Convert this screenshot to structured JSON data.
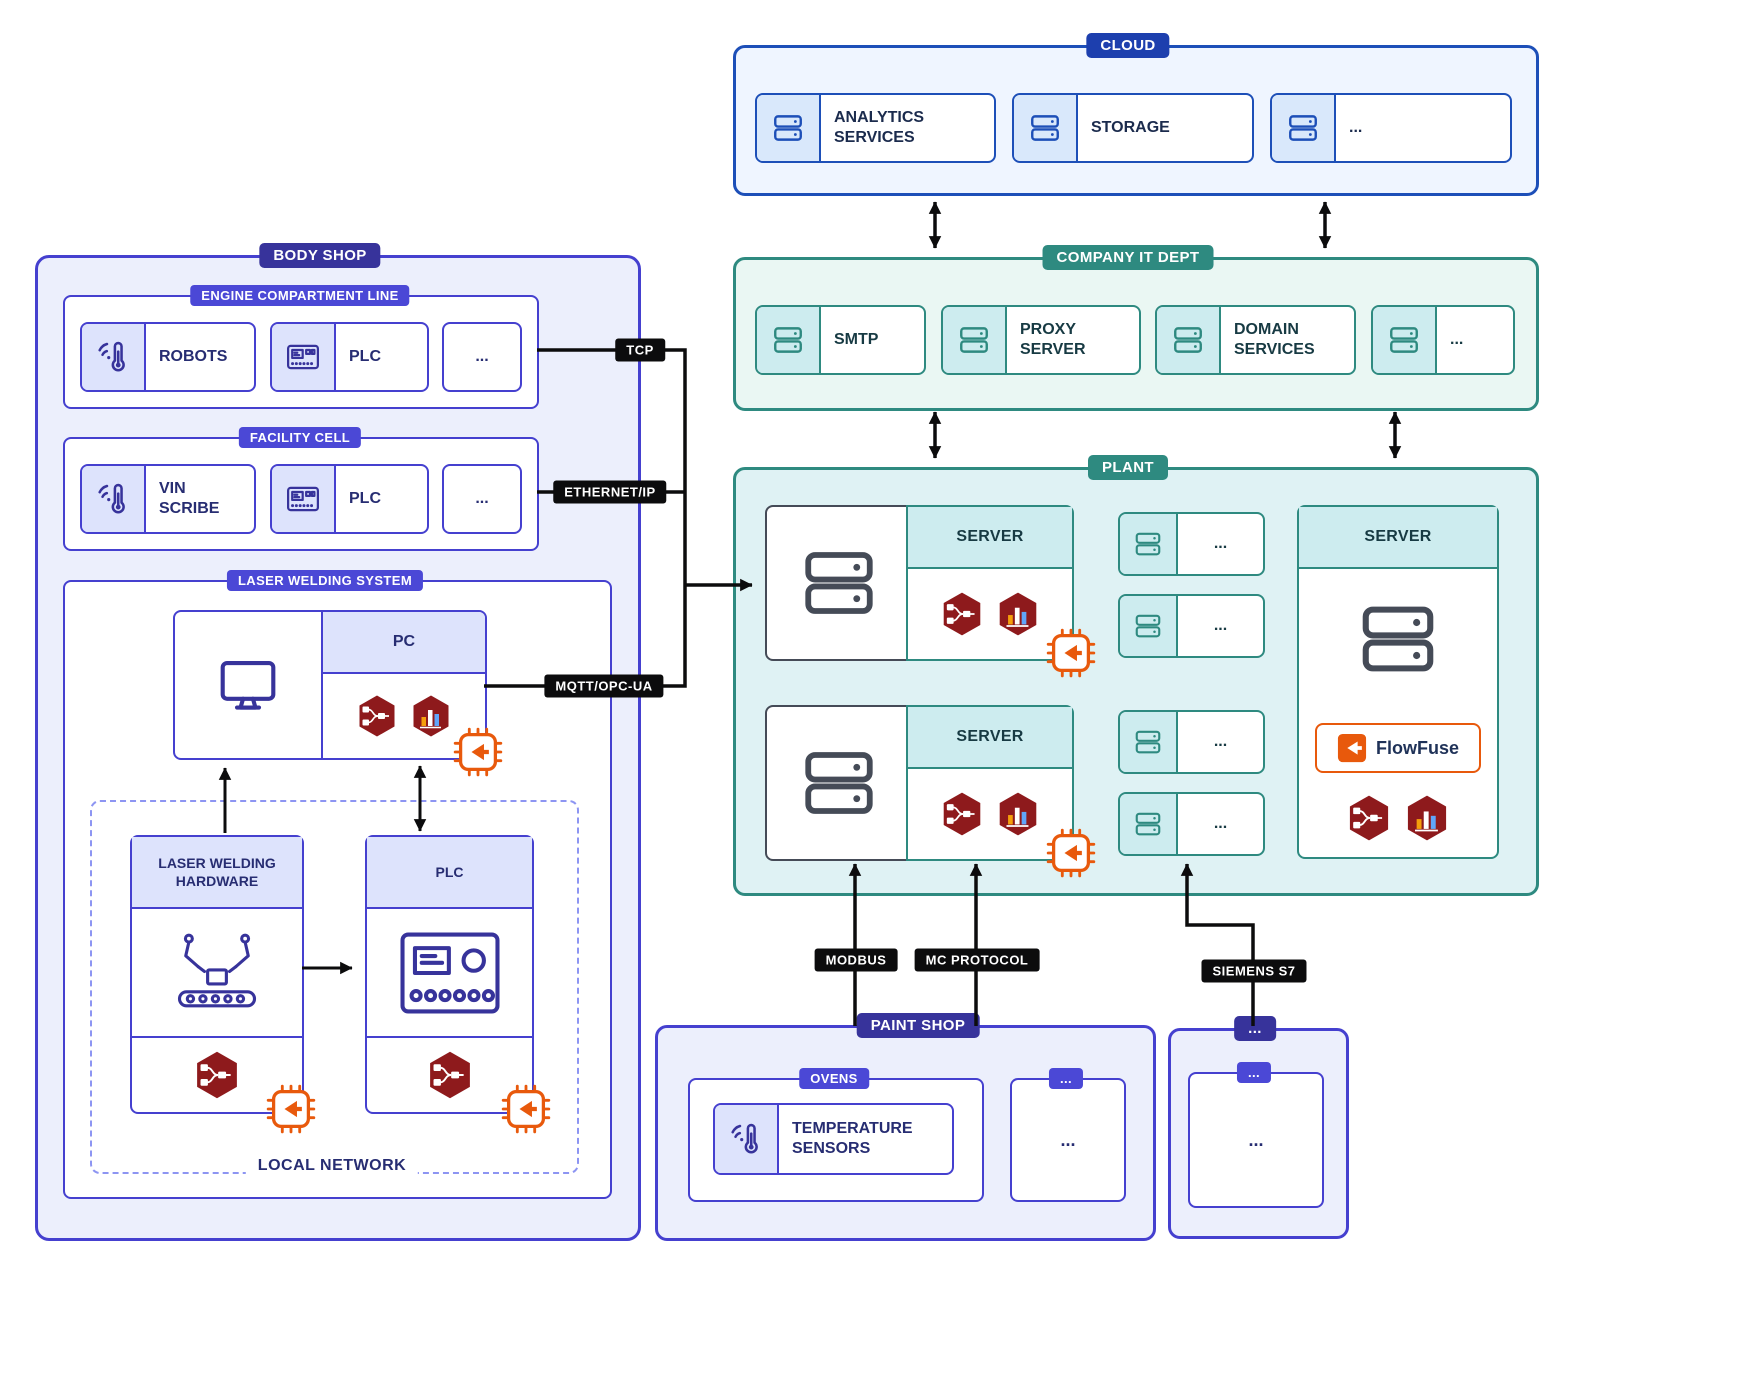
{
  "colors": {
    "indigo_border": "#4540CF",
    "indigo_badge_dark": "#37339B",
    "indigo_badge": "#4B48D6",
    "indigo_panel_fill": "#ECEFFC",
    "blue_border": "#1D4FB8",
    "blue_badge": "#1D3FAE",
    "blue_panel_fill": "#EFF5FF",
    "teal_border": "#2E8A80",
    "it_panel_fill": "#EAF7F3",
    "plant_panel_fill": "#DFF2F4",
    "teal_header_fill": "#CDECEF",
    "connector_black": "#0C0C0D",
    "node_red_maroon": "#8E1A1C",
    "flowfuse_orange": "#E8590C"
  },
  "cloud": {
    "title": "CLOUD",
    "cards": [
      {
        "label": "ANALYTICS SERVICES"
      },
      {
        "label": "STORAGE"
      },
      {
        "label": "..."
      }
    ]
  },
  "it_dept": {
    "title": "COMPANY IT DEPT",
    "cards": [
      {
        "label": "SMTP"
      },
      {
        "label": "PROXY SERVER"
      },
      {
        "label": "DOMAIN SERVICES"
      },
      {
        "label": "..."
      }
    ]
  },
  "plant": {
    "title": "PLANT",
    "groups": [
      {
        "server_label": "SERVER"
      },
      {
        "server_label": "SERVER"
      }
    ],
    "small_cards": [
      {
        "label": "..."
      },
      {
        "label": "..."
      },
      {
        "label": "..."
      },
      {
        "label": "..."
      }
    ],
    "main_server": {
      "label": "SERVER",
      "flowfuse": "FlowFuse"
    }
  },
  "body_shop": {
    "title": "BODY SHOP",
    "engine_line": {
      "title": "ENGINE COMPARTMENT LINE",
      "cards": [
        {
          "label": "ROBOTS"
        },
        {
          "label": "PLC"
        },
        {
          "label": "..."
        }
      ]
    },
    "facility_cell": {
      "title": "FACILITY CELL",
      "cards": [
        {
          "label": "VIN SCRIBE"
        },
        {
          "label": "PLC"
        },
        {
          "label": "..."
        }
      ]
    },
    "laser_welding": {
      "title": "LASER WELDING SYSTEM",
      "pc_label": "PC",
      "hardware_label": "LASER WELDING HARDWARE",
      "plc_label": "PLC",
      "local_network_label": "LOCAL NETWORK"
    }
  },
  "paint_shop": {
    "title": "PAINT SHOP",
    "ovens": {
      "title": "OVENS",
      "card_label": "TEMPERATURE SENSORS"
    },
    "misc": {
      "badge": "...",
      "content": "..."
    }
  },
  "remote_cell": {
    "badge": "...",
    "inner_badge": "...",
    "content": "..."
  },
  "protocols": {
    "tcp": "TCP",
    "ethernet_ip": "ETHERNET/IP",
    "mqtt_opcua": "MQTT/OPC-UA",
    "modbus": "MODBUS",
    "mc_protocol": "MC PROTOCOL",
    "siemens_s7": "SIEMENS S7"
  },
  "icons": {
    "server": "server-icon",
    "sensor": "wireless-thermometer-icon",
    "plc": "plc-controller-icon",
    "plc_device": "plc-device-icon",
    "monitor": "desktop-monitor-icon",
    "robot": "welding-robot-conveyor-icon",
    "node_red": "node-red-hexagon-icon",
    "dashboard": "bar-chart-hexagon-icon",
    "ff_chip": "flowfuse-edge-device-icon",
    "ff_logo": "flowfuse-logo-icon"
  }
}
